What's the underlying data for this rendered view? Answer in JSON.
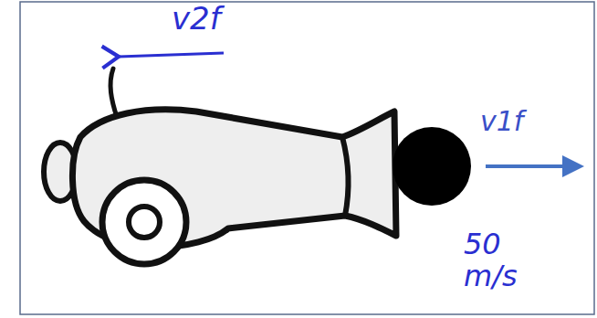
{
  "diagram": {
    "labels": [
      "v2f",
      "v1f",
      "50 m/s"
    ]
  }
}
